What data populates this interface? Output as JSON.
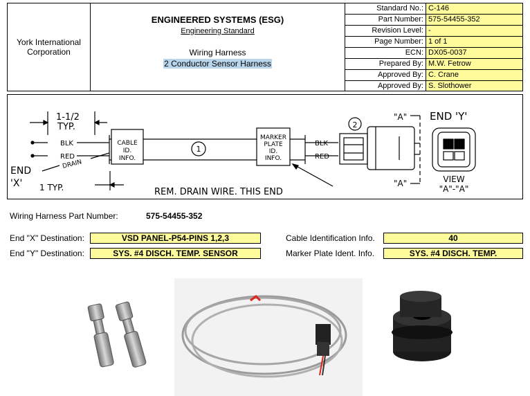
{
  "header": {
    "company": "York International Corporation",
    "title": "ENGINEERED SYSTEMS (ESG)",
    "subtitle": "Engineering Standard",
    "doc_title": "Wiring Harness",
    "doc_subtitle": "2 Conductor Sensor Harness",
    "fields": [
      {
        "label": "Standard No.:",
        "value": "C-146"
      },
      {
        "label": "Part Number:",
        "value": "575-54455-352"
      },
      {
        "label": "Revision Level:",
        "value": "-"
      },
      {
        "label": "Page Number:",
        "value": "1 of 1"
      },
      {
        "label": "ECN:",
        "value": "DX05-0037"
      },
      {
        "label": "Prepared By:",
        "value": "M.W. Fetrow"
      },
      {
        "label": "Approved By:",
        "value": "C. Crane"
      },
      {
        "label": "Approved By:",
        "value": "S. Slothower"
      }
    ]
  },
  "drawing": {
    "dim_top": "1-1/2",
    "dim_top2": "TYP.",
    "dim_bottom": "1 TYP.",
    "end_x_1": "END",
    "end_x_2": "'X'",
    "end_y": "END 'Y'",
    "blk": "BLK",
    "red": "RED",
    "drain": "DRAIN",
    "cable_id_1": "CABLE",
    "cable_id_2": "ID.",
    "cable_id_3": "INFO.",
    "marker_1": "MARKER",
    "marker_2": "PLATE",
    "marker_3": "ID.",
    "marker_4": "INFO.",
    "callout_1": "1",
    "callout_2": "2",
    "section_a": "\"A\"",
    "view_1": "VIEW",
    "view_2": "\"A\"-\"A\"",
    "note": "REM. DRAIN WIRE. THIS END"
  },
  "details": {
    "part_label": "Wiring Harness Part Number:",
    "part_value": "575-54455-352",
    "end_x_label": "End \"X\" Destination:",
    "end_x_value": "VSD PANEL-P54-PINS 1,2,3",
    "end_y_label": "End \"Y\" Destination:",
    "end_y_value": "SYS. #4 DISCH. TEMP. SENSOR",
    "cable_label": "Cable Identification Info.",
    "cable_value": "40",
    "marker_label": "Marker Plate Ident. Info.",
    "marker_value": "SYS. #4 DISCH. TEMP."
  },
  "colors": {
    "highlight": "#fefb9c",
    "selection": "#b9d5ec"
  }
}
